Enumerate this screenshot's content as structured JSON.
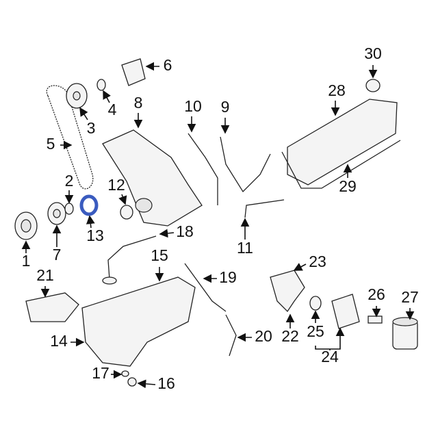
{
  "diagram": {
    "highlight_color": "#3a5bbf",
    "callouts": [
      "1",
      "2",
      "3",
      "4",
      "5",
      "6",
      "7",
      "8",
      "9",
      "10",
      "11",
      "12",
      "13",
      "14",
      "15",
      "16",
      "17",
      "18",
      "19",
      "20",
      "21",
      "22",
      "23",
      "24",
      "25",
      "26",
      "27",
      "28",
      "29",
      "30"
    ]
  }
}
